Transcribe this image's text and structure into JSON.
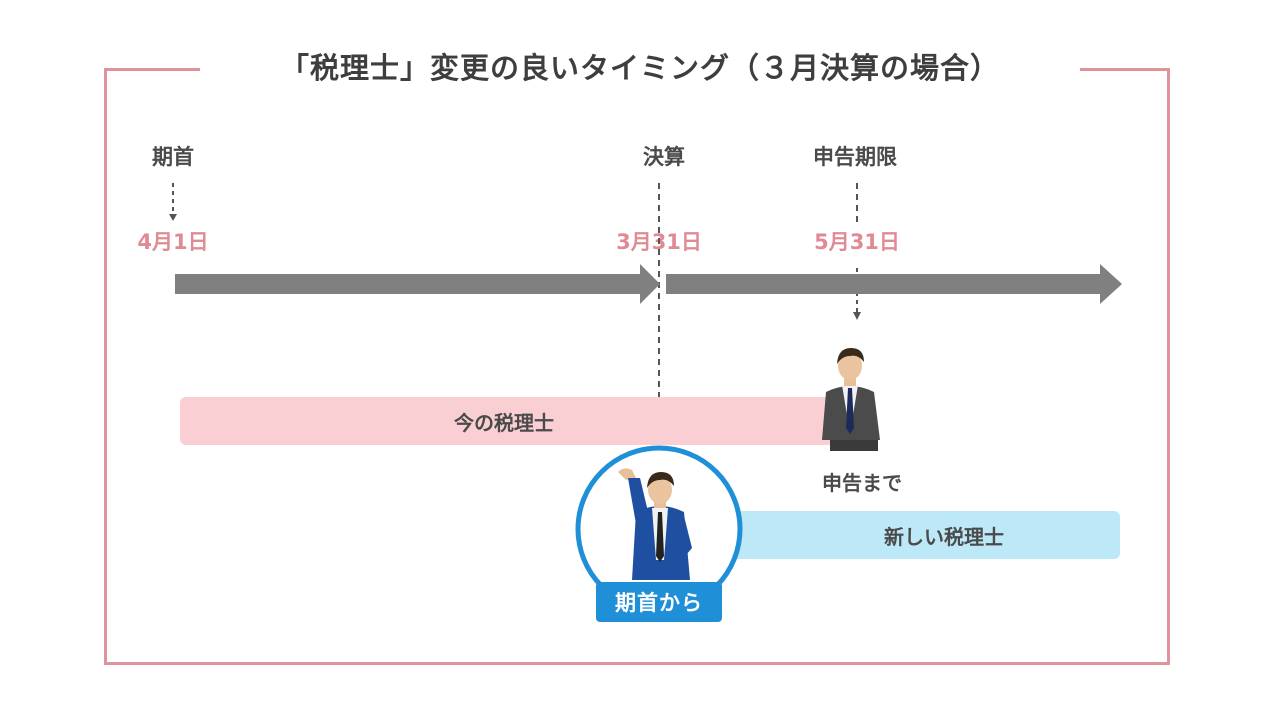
{
  "title": "「税理士」変更の良いタイミング（３月決算の場合）",
  "timeline": {
    "start": {
      "label": "期首",
      "date": "4月1日"
    },
    "settlement": {
      "label": "決算",
      "date": "3月31日"
    },
    "deadline": {
      "label": "申告期限",
      "date": "5月31日"
    }
  },
  "bars": {
    "current": {
      "label": "今の税理士",
      "caption": "申告まで"
    },
    "new": {
      "label": "新しい税理士",
      "badge": "期首から"
    }
  },
  "colors": {
    "frame": "#e0939b",
    "date_text": "#e08b94",
    "arrow": "#808080",
    "current_bar": "#f9cfd3",
    "new_bar": "#bde8f8",
    "badge": "#1f8fd8"
  },
  "icons": [
    "down-arrow-icon",
    "timeline-arrow-icon",
    "businessman-standing-icon",
    "businessman-cheering-icon"
  ]
}
